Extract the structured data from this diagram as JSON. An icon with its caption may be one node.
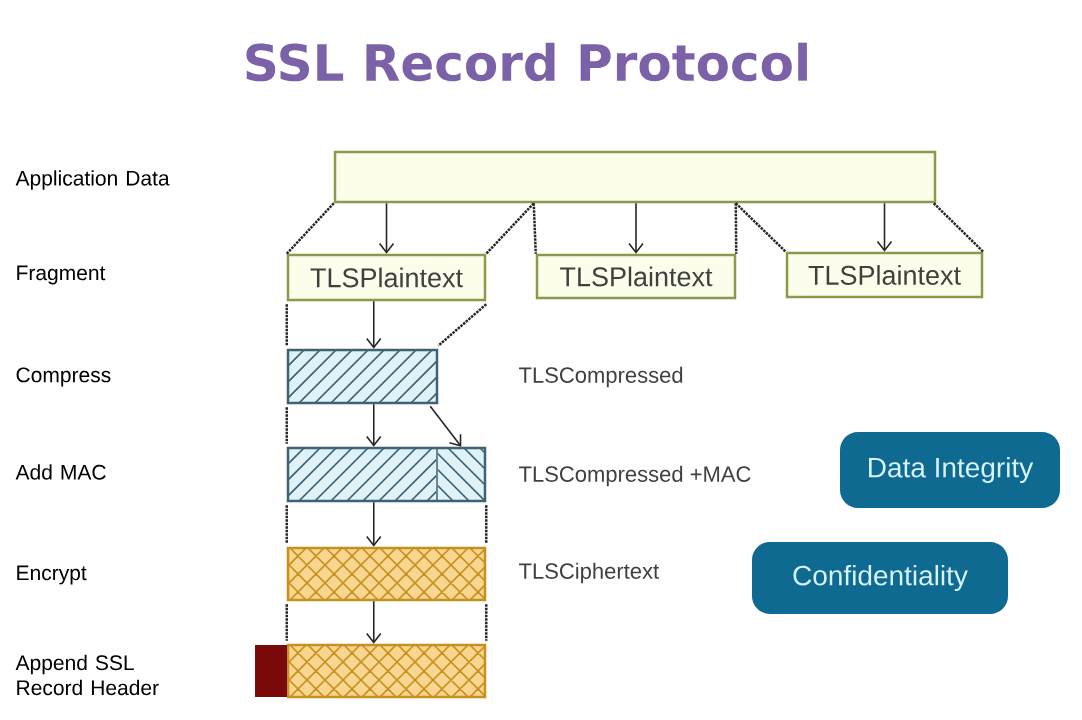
{
  "diagram": {
    "title": "SSL Record Protocol",
    "nodes": [
      {
        "text": [],
        "shape": "bar"
      },
      {
        "text": [
          "TLSPlaintext"
        ]
      },
      {
        "text": [
          "TLSPlaintext"
        ]
      },
      {
        "text": [
          "TLSPlaintext"
        ]
      },
      {
        "text": [],
        "shape": "bar",
        "beside": [
          "TLSCompressed"
        ]
      },
      {
        "text": [],
        "shape": "bar",
        "beside": [
          "TLSCompressed +MAC"
        ]
      },
      {
        "text": [],
        "shape": "bar",
        "beside": [
          "TLSCiphertext"
        ]
      },
      {
        "text": [],
        "shape": "bar"
      },
      {
        "text": [
          "Data Integrity"
        ]
      },
      {
        "text": [
          "Confidentiality"
        ]
      }
    ],
    "edges": [
      {
        "from": 0,
        "to": 1,
        "arrow": "to"
      },
      {
        "from": 0,
        "to": 2,
        "arrow": "to"
      },
      {
        "from": 0,
        "to": 3,
        "arrow": "to"
      },
      {
        "from": 1,
        "to": 4,
        "arrow": "to"
      },
      {
        "from": 4,
        "to": 5,
        "arrow": "to"
      },
      {
        "from": 4,
        "to": 5,
        "arrow": "to"
      },
      {
        "from": 5,
        "to": 6,
        "arrow": "to"
      },
      {
        "from": 6,
        "to": 7,
        "arrow": "to"
      },
      {
        "from": 0,
        "to": 1,
        "arrow": "none",
        "style": "dashed"
      },
      {
        "from": 0,
        "to": 1,
        "arrow": "none",
        "style": "dashed"
      },
      {
        "from": 0,
        "to": 2,
        "arrow": "none",
        "style": "dashed"
      },
      {
        "from": 0,
        "to": 2,
        "arrow": "none",
        "style": "dashed"
      },
      {
        "from": 0,
        "to": 3,
        "arrow": "none",
        "style": "dashed"
      },
      {
        "from": 0,
        "to": 3,
        "arrow": "none",
        "style": "dashed"
      },
      {
        "from": 1,
        "to": 4,
        "arrow": "none",
        "style": "dashed"
      },
      {
        "from": 1,
        "to": 4,
        "arrow": "none",
        "style": "dashed"
      },
      {
        "from": 4,
        "to": 5,
        "arrow": "none",
        "style": "dashed"
      },
      {
        "from": 5,
        "to": 6,
        "arrow": "none",
        "style": "dashed"
      },
      {
        "from": 5,
        "to": 6,
        "arrow": "none",
        "style": "dashed"
      },
      {
        "from": 6,
        "to": 7,
        "arrow": "none",
        "style": "dashed"
      },
      {
        "from": 6,
        "to": 7,
        "arrow": "none",
        "style": "dashed"
      }
    ],
    "labels": [
      "Application Data",
      "Fragment",
      "Compress",
      "Add MAC",
      "Encrypt",
      "Append SSL Record Header"
    ]
  }
}
